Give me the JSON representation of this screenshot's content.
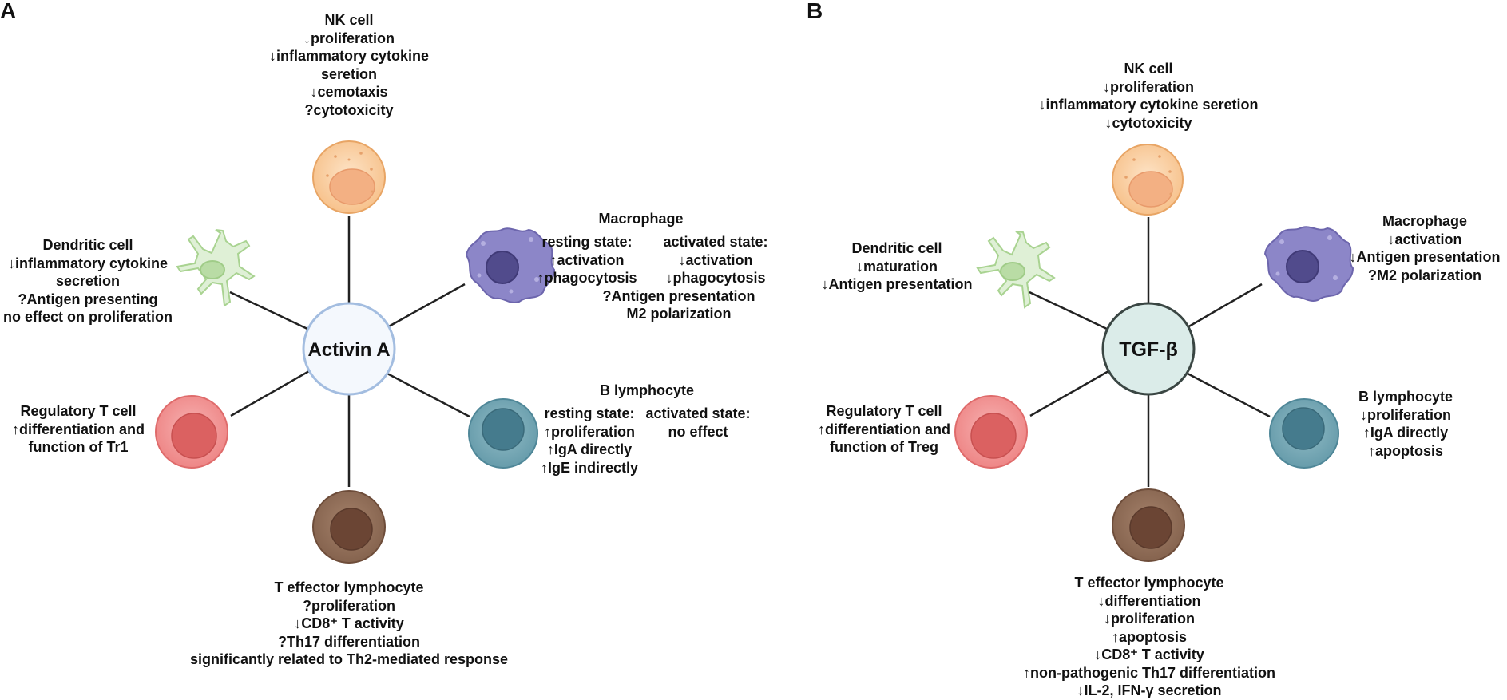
{
  "panels": [
    {
      "letter": "A",
      "center": "Activin A",
      "nk": [
        "NK cell",
        "↓proliferation",
        "↓inflammatory cytokine",
        "seretion",
        "↓cemotaxis",
        "?cytotoxicity"
      ],
      "dendritic": [
        "Dendritic cell",
        "↓inflammatory cytokine",
        "secretion",
        "?Antigen presenting",
        "no effect on proliferation"
      ],
      "macrophage": {
        "title": "Macrophage",
        "resting": [
          "resting state:",
          "↑activation",
          "↑phagocytosis"
        ],
        "activated": [
          "activated state:",
          "↓activation",
          "↓phagocytosis",
          "?Antigen presentation",
          "M2 polarization"
        ]
      },
      "treg": [
        "Regulatory T cell",
        "↑differentiation and",
        "function of Tr1"
      ],
      "bcell": {
        "title": "B lymphocyte",
        "resting": [
          "resting state:",
          "↑proliferation",
          "↑IgA directly",
          "↑IgE indirectly"
        ],
        "activated": [
          "activated state:",
          "no effect"
        ]
      },
      "teff": [
        "T effector lymphocyte",
        "?proliferation",
        "↓CD8⁺ T activity",
        "?Th17 differentiation",
        "significantly related to Th2-mediated response"
      ]
    },
    {
      "letter": "B",
      "center": "TGF-β",
      "nk": [
        "NK cell",
        "↓proliferation",
        "↓inflammatory cytokine seretion",
        "↓cytotoxicity"
      ],
      "dendritic": [
        "Dendritic cell",
        "↓maturation",
        "↓Antigen presentation"
      ],
      "macrophage": [
        "Macrophage",
        "↓activation",
        "↓Antigen presentation",
        "?M2 polarization"
      ],
      "treg": [
        "Regulatory T cell",
        "↑differentiation and",
        "function of Treg"
      ],
      "bcell": [
        "B lymphocyte",
        "↓proliferation",
        "↑IgA directly",
        "↑apoptosis"
      ],
      "teff": [
        "T effector lymphocyte",
        "↓differentiation",
        "↓proliferation",
        "↑apoptosis",
        "↓CD8⁺ T activity",
        "↑non-pathogenic Th17 differentiation",
        "↓IL-2, IFN-γ secretion"
      ]
    }
  ],
  "colors": {
    "center_a_fill": "#f4f8fd",
    "center_a_stroke": "#a9c0e0",
    "center_b_fill": "#dbece9",
    "center_b_stroke": "#3d4a46",
    "nk": "#fbd3a8",
    "nk_nucleus": "#f0ad7c",
    "macrophage": "#8f88c9",
    "macrophage_nucleus": "#514b8e",
    "dendritic": "#dff0d6",
    "dendritic_nucleus": "#b9dca5",
    "treg": "#f29797",
    "treg_nucleus": "#dc6464",
    "bcell": "#78aab7",
    "bcell_nucleus": "#467e8f",
    "teff": "#92705a",
    "teff_nucleus": "#6a4535"
  }
}
